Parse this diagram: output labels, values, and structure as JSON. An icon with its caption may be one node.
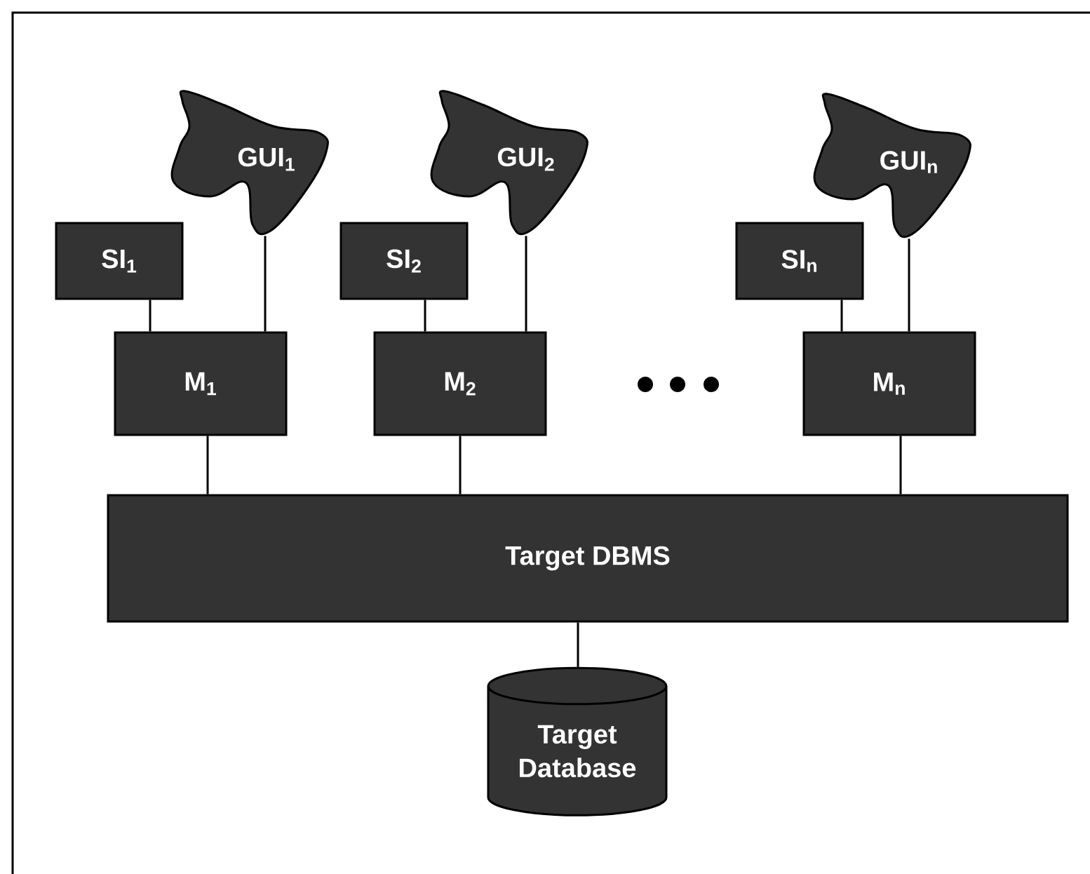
{
  "diagram": {
    "nodes": [
      {
        "text": [
          "GUI$_{1}$"
        ]
      },
      {
        "text": [
          "GUI$_{2}$"
        ]
      },
      {
        "text": [
          "GUI$_{n}$"
        ]
      },
      {
        "text": [
          "SI$_{1}$"
        ]
      },
      {
        "text": [
          "SI$_{2}$"
        ]
      },
      {
        "text": [
          "SI$_{n}$"
        ]
      },
      {
        "text": [
          "M$_{1}$"
        ]
      },
      {
        "text": [
          "M$_{2}$"
        ]
      },
      {
        "text": [
          "M$_{n}$"
        ]
      },
      {
        "text": [
          "Target DBMS"
        ]
      },
      {
        "text": [
          "Target Database"
        ]
      }
    ],
    "edges": [
      {
        "from": 3,
        "to": 6,
        "arrow": "none"
      },
      {
        "from": 0,
        "to": 6,
        "arrow": "none"
      },
      {
        "from": 4,
        "to": 7,
        "arrow": "none"
      },
      {
        "from": 1,
        "to": 7,
        "arrow": "none"
      },
      {
        "from": 5,
        "to": 8,
        "arrow": "none"
      },
      {
        "from": 2,
        "to": 8,
        "arrow": "none"
      },
      {
        "from": 6,
        "to": 9,
        "arrow": "none"
      },
      {
        "from": 7,
        "to": 9,
        "arrow": "none"
      },
      {
        "from": 8,
        "to": 9,
        "arrow": "none"
      },
      {
        "from": 9,
        "to": 10,
        "arrow": "none"
      }
    ]
  }
}
